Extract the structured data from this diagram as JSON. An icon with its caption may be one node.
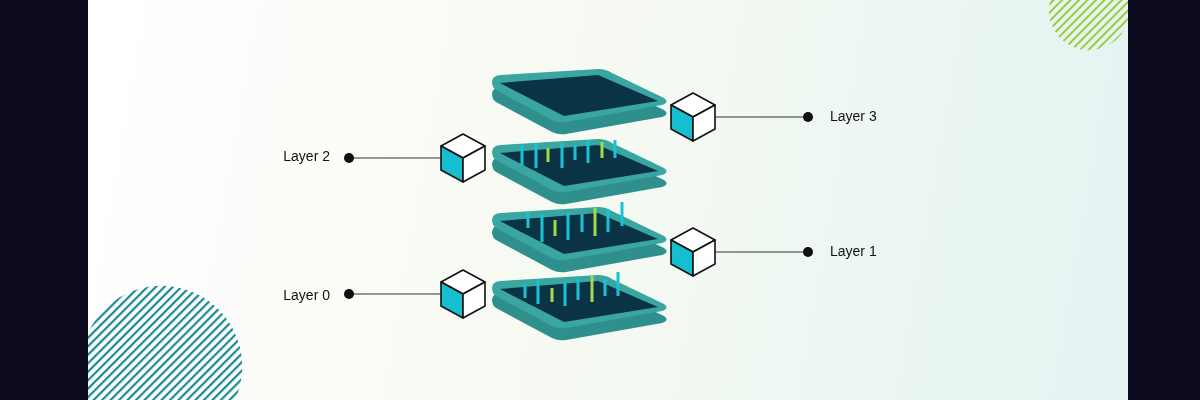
{
  "diagram": {
    "nodes": [
      {
        "text": [
          "Layer 3"
        ]
      },
      {
        "text": [
          "Layer 2"
        ]
      },
      {
        "text": [
          "Layer 1"
        ]
      },
      {
        "text": [
          "Layer 0"
        ]
      },
      {
        "text": [],
        "shape": "cube"
      },
      {
        "text": [],
        "shape": "cube"
      },
      {
        "text": [],
        "shape": "cube"
      },
      {
        "text": [],
        "shape": "cube"
      }
    ],
    "edges": [
      {
        "from": 0,
        "to": 4,
        "arrow": "other"
      },
      {
        "from": 1,
        "to": 5,
        "arrow": "other"
      },
      {
        "from": 2,
        "to": 6,
        "arrow": "other"
      },
      {
        "from": 3,
        "to": 7,
        "arrow": "other"
      }
    ]
  }
}
